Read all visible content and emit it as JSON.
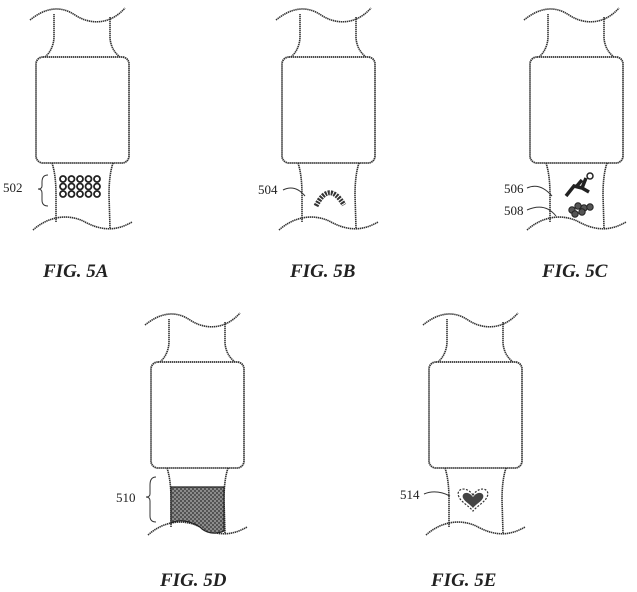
{
  "figures": [
    {
      "id": "5A",
      "caption": "FIG. 5A",
      "ref": "502",
      "marking": "dot-grid",
      "leader": "brace"
    },
    {
      "id": "5B",
      "caption": "FIG. 5B",
      "ref": "504",
      "marking": "arc",
      "leader": "line"
    },
    {
      "id": "5C",
      "caption": "FIG. 5C",
      "refs": [
        "506",
        "508"
      ],
      "marking": "runner-and-footprints",
      "leader": "line"
    },
    {
      "id": "5D",
      "caption": "FIG. 5D",
      "ref": "510",
      "marking": "filled-band",
      "leader": "brace"
    },
    {
      "id": "5E",
      "caption": "FIG. 5E",
      "ref": "514",
      "marking": "heart",
      "leader": "line"
    }
  ],
  "colors": {
    "line": "#333333",
    "fill": "#555555",
    "background": "#ffffff"
  }
}
